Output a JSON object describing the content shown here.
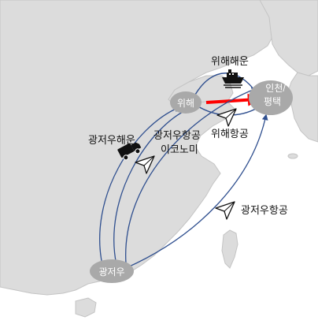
{
  "colors": {
    "sea": "#ffffff",
    "land": "#dcdcdc",
    "coast": "#bdbdbd",
    "bubble": "#a9a9a9",
    "route": "#2f4f8f",
    "route_highlight": "#ff0000",
    "icon": "#111111"
  },
  "cities": {
    "weihai": "위해",
    "incheon_line1": "인천/",
    "incheon_line2": "평택",
    "guangzhou": "광저우"
  },
  "labels": {
    "weihai_shipping": "위해해운",
    "weihai_air": "위해항공",
    "guangzhou_shipping": "광저우해운",
    "guangzhou_air_economy_line1": "광저우항공",
    "guangzhou_air_economy_line2": "이코노미",
    "guangzhou_air": "광저우항공"
  },
  "icons": {
    "ship": "ship-icon",
    "truck": "truck-icon",
    "paper_plane": "paper-plane-icon"
  }
}
